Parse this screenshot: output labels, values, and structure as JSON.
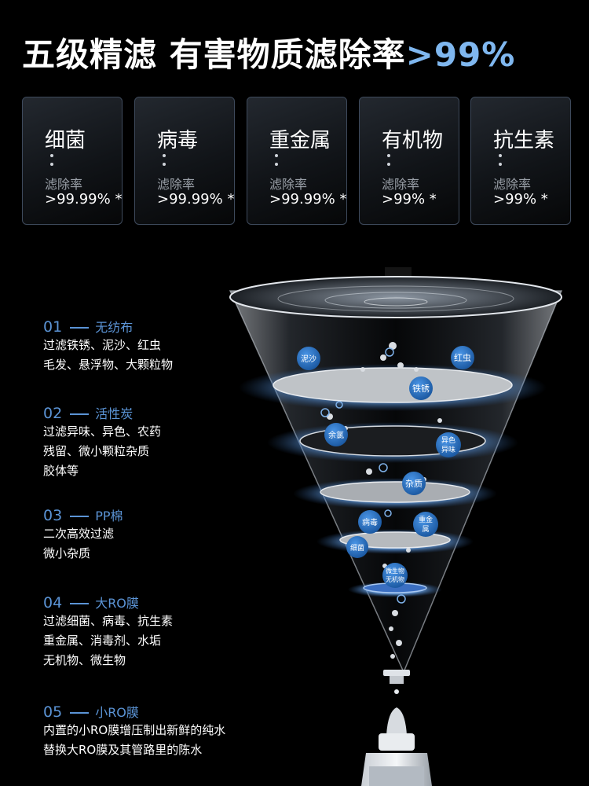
{
  "title": {
    "main": "五级精滤 有害物质滤除率",
    "accent": ">99%"
  },
  "cards": [
    {
      "name": "细菌",
      "rate_label": "滤除率",
      "rate_value": ">99.99% *"
    },
    {
      "name": "病毒",
      "rate_label": "滤除率",
      "rate_value": ">99.99% *"
    },
    {
      "name": "重金属",
      "rate_label": "滤除率",
      "rate_value": ">99.99% *"
    },
    {
      "name": "有机物",
      "rate_label": "滤除率",
      "rate_value": ">99% *"
    },
    {
      "name": "抗生素",
      "rate_label": "滤除率",
      "rate_value": ">99% *"
    }
  ],
  "steps": [
    {
      "num": "01",
      "name": "无纺布",
      "lines": [
        "过滤铁锈、泥沙、红虫",
        "毛发、悬浮物、大颗粒物"
      ]
    },
    {
      "num": "02",
      "name": "活性炭",
      "lines": [
        "过滤异味、异色、农药",
        "残留、微小颗粒杂质",
        "胶体等"
      ]
    },
    {
      "num": "03",
      "name": "PP棉",
      "lines": [
        "二次高效过滤",
        "微小杂质"
      ]
    },
    {
      "num": "04",
      "name": "大RO膜",
      "lines": [
        "过滤细菌、病毒、抗生素",
        "重金属、消毒剂、水垢",
        "无机物、微生物"
      ]
    },
    {
      "num": "05",
      "name": "小RO膜",
      "lines": [
        "内置的小RO膜增压制出新鲜的纯水",
        "替换大RO膜及其管路里的陈水"
      ]
    }
  ],
  "bubbles": {
    "mud": "泥沙",
    "worm": "红虫",
    "rust": "铁锈",
    "chlorine": "余氯",
    "odor_1": "异色",
    "odor_2": "异味",
    "impurity": "杂质",
    "virus": "病毒",
    "metal_1": "重金",
    "metal_2": "属",
    "bacteria": "细菌",
    "micro_1": "微生物",
    "micro_2": "无机物"
  },
  "colors": {
    "accent": "#7fb7ef",
    "step_blue": "#5b94d6",
    "bubble": "#2f76c8",
    "disc_glow": "#4f86c6"
  }
}
